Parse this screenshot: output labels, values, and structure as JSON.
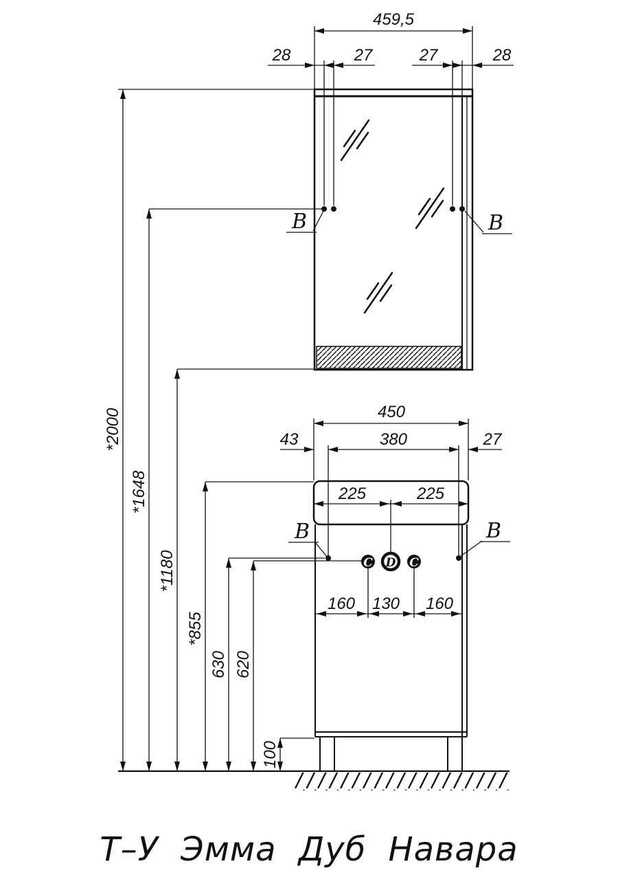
{
  "title": "Т–У Эмма Дуб Навара",
  "dims": {
    "w_top": "459,5",
    "e28l": "28",
    "h27l": "27",
    "h27r": "27",
    "e28r": "28",
    "v2000": "*2000",
    "v1648": "*1648",
    "v1180": "*1180",
    "v855": "*855",
    "v630": "630",
    "v620": "620",
    "v100": "100",
    "w450": "450",
    "d43": "43",
    "d380": "380",
    "d27": "27",
    "b225l": "225",
    "b225r": "225",
    "s160l": "160",
    "s130": "130",
    "s160r": "160"
  },
  "markers": {
    "b_mirror_left": "B",
    "b_mirror_right": "B",
    "b_base_left": "B",
    "b_base_right": "B",
    "c_left": "C",
    "d_center": "D",
    "c_right": "C"
  }
}
